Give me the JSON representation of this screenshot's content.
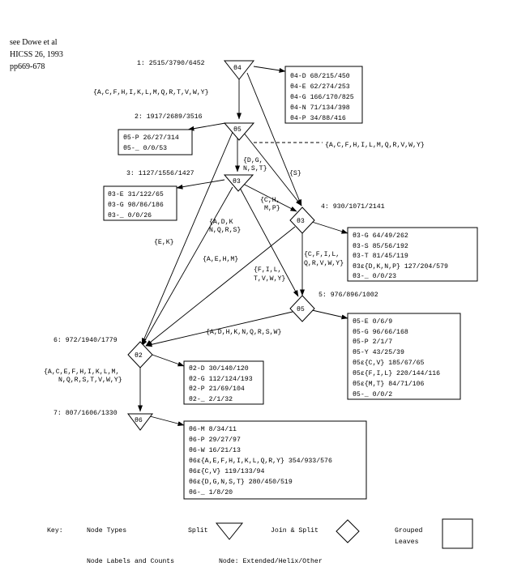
{
  "reference": [
    "see Dowe et al",
    "HICSS 26, 1993",
    "pp669-678"
  ],
  "nodes": [
    {
      "id": "n1",
      "label": "1: 2515/3790/6452",
      "sym": "θ4"
    },
    {
      "id": "n2",
      "label": "2: 1917/2689/3516",
      "sym": "θ5"
    },
    {
      "id": "n3",
      "label": "3: 1127/1556/1427",
      "sym": "θ3"
    },
    {
      "id": "n4",
      "label": "4: 930/1071/2141",
      "sym": "θ3"
    },
    {
      "id": "n5",
      "label": "5: 976/896/1002",
      "sym": "θ5"
    },
    {
      "id": "n6",
      "label": "6: 972/1940/1779",
      "sym": "θ2"
    },
    {
      "id": "n7",
      "label": "7: 807/1606/1330",
      "sym": "θ6"
    }
  ],
  "edge_labels": {
    "e1_2": "{A,C,F,H,I,K,L,M,Q,R,T,V,W,Y}",
    "e2_dash": "{A,C,F,H,I,L,M,Q,R,V,W,Y}",
    "e2_3": [
      "{D,G,",
      "N,S,T}"
    ],
    "e2_4": "{S}",
    "e3_4": [
      "{C,H,",
      "M,P}"
    ],
    "e3_6": [
      "{A,D,K",
      "N,Q,R,S}"
    ],
    "e2_6": "{E,K}",
    "e4_6": "{A,E,H,M}",
    "e3_5": [
      "{F,I,L,",
      "T,V,W,Y}"
    ],
    "e4_5": [
      "{C,F,I,L,",
      "Q,R,V,W,Y}"
    ],
    "e5_6": "{A,D,H,K,N,Q,R,S,W}",
    "e6_7": [
      "{A,C,E,F,H,I,K,L,M,",
      "N,Q,R,S,T,V,W,Y}"
    ]
  },
  "leaves": {
    "l1": [
      "θ4-D  68/215/450",
      "θ4-E  62/274/253",
      "θ4-G  166/170/825",
      "θ4-N  71/134/398",
      "θ4-P  34/88/416"
    ],
    "l2": [
      "θ5-P  26/27/314",
      "θ5-_  0/0/53"
    ],
    "l3": [
      "θ3-E  31/122/65",
      "θ3-G  98/86/186",
      "θ3-_  0/0/26"
    ],
    "l4": [
      "θ3-G  64/49/262",
      "θ3-S  85/56/192",
      "θ3-T  81/45/119",
      "θ3ε{D,K,N,P}  127/204/579",
      "θ3-_  0/0/23"
    ],
    "l5": [
      "θ5-E  0/6/9",
      "θ5-G  96/66/168",
      "θ5-P  2/1/7",
      "θ5-Y  43/25/39",
      "θ5ε{C,V}  185/67/65",
      "θ5ε{F,I,L}  220/144/116",
      "θ5ε{M,T}  84/71/106",
      "θ5-_  0/0/2"
    ],
    "l6": [
      "θ2-D  30/140/120",
      "θ2-G  112/124/193",
      "θ2-P  21/69/104",
      "θ2-_  2/1/32"
    ],
    "l7": [
      "θ6-M  8/34/11",
      "θ6-P  29/27/97",
      "θ6-W  16/21/13",
      "θ6ε{A,E,F,H,I,K,L,Q,R,Y}  354/933/576",
      "θ6ε{C,V}  119/133/94",
      "θ6ε{D,G,N,S,T}  280/450/519",
      "θ6-_  1/8/20"
    ]
  },
  "key": {
    "title": "Key:",
    "node_types": "Node Types",
    "split": "Split",
    "join_split": "Join & Split",
    "grouped": "Grouped",
    "leaves": "Leaves",
    "labels": "Node Labels and Counts",
    "counts": "Node: Extended/Helix/Other"
  }
}
